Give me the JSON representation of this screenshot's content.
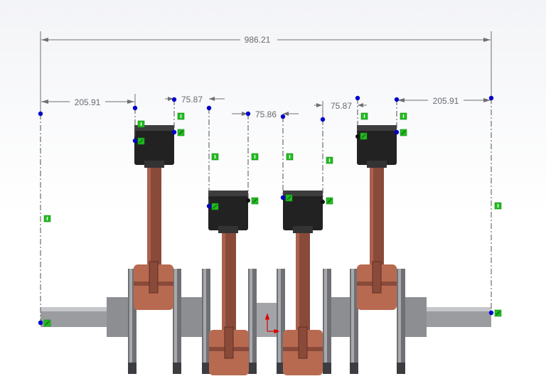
{
  "viewport": {
    "background_top": "#f3f4f7",
    "background_bottom": "#ffffff"
  },
  "dimensions": {
    "overall_width": "986.21",
    "left_offset": "205.91",
    "right_offset": "205.91",
    "spacing_1": "75.87",
    "spacing_2": "75.86",
    "spacing_3": "75.87"
  },
  "colors": {
    "rod": "#8a4a3a",
    "rod_dark": "#5e2f24",
    "bearing": "#b86a50",
    "piston": "#222222",
    "shaft": "#9a9ca0",
    "web": "#7c7e82",
    "sketch_point": "#0000cc",
    "relation_icon": "#22bb22",
    "origin": "#dd0000",
    "dim_line": "#707070"
  },
  "icons": {
    "sketch_point": "sketch-point-icon",
    "vertical_relation": "vertical-relation-icon",
    "coincident_relation": "coincident-relation-icon",
    "origin": "origin-triad-icon"
  }
}
